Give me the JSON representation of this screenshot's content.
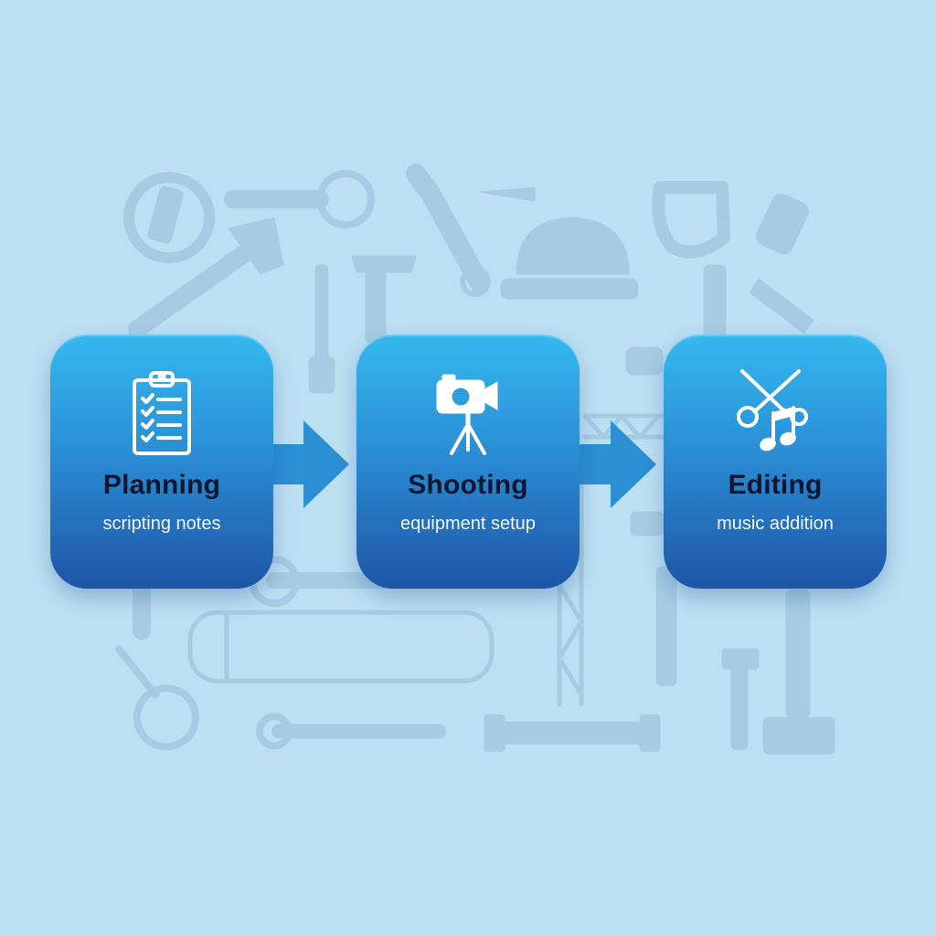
{
  "steps": [
    {
      "title": "Planning",
      "subtitle": "scripting notes",
      "icon": "clipboard-checklist-icon"
    },
    {
      "title": "Shooting",
      "subtitle": "equipment setup",
      "icon": "camera-tripod-icon"
    },
    {
      "title": "Editing",
      "subtitle": "music addition",
      "icon": "scissors-music-note-icon"
    }
  ],
  "colors": {
    "background": "#bcdff2",
    "box_top": "#35b9ef",
    "box_bottom": "#1f55a6",
    "arrow": "#2b8fd4",
    "title_text": "#0b1730",
    "subtitle_text": "#f1f8ff",
    "tool_silhouettes": "#9fc6df"
  }
}
